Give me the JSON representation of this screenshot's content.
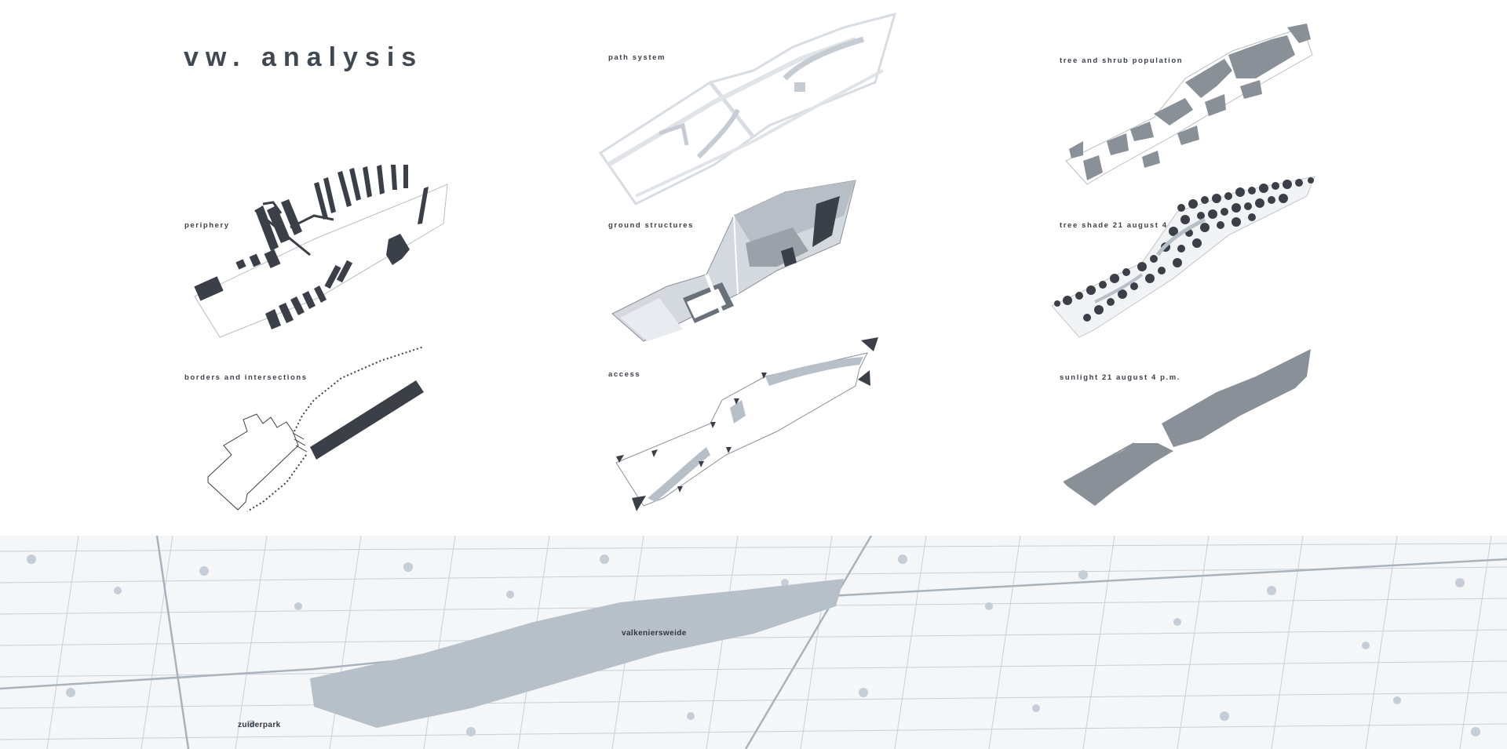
{
  "page": {
    "title": "vw. analysis"
  },
  "panels": [
    {
      "id": "periphery",
      "label": "periphery"
    },
    {
      "id": "borders",
      "label": "borders and intersections"
    },
    {
      "id": "path",
      "label": "path system"
    },
    {
      "id": "ground",
      "label": "ground structures"
    },
    {
      "id": "access",
      "label": "access"
    },
    {
      "id": "trees",
      "label": "tree and shrub population"
    },
    {
      "id": "shade",
      "label": "tree shade 21 august 4 p.m."
    },
    {
      "id": "sunlight",
      "label": "sunlight 21 august 4 p.m."
    }
  ],
  "map": {
    "labels": {
      "valkeniersweide": "valkeniersweide",
      "zuiderpark": "zuiderpark"
    }
  },
  "colors": {
    "dark": "#3b4048",
    "grey": "#8a9098",
    "lightblue": "#c5ccd4",
    "paleblue": "#dfe4ea",
    "water": "#b7c0c9"
  }
}
